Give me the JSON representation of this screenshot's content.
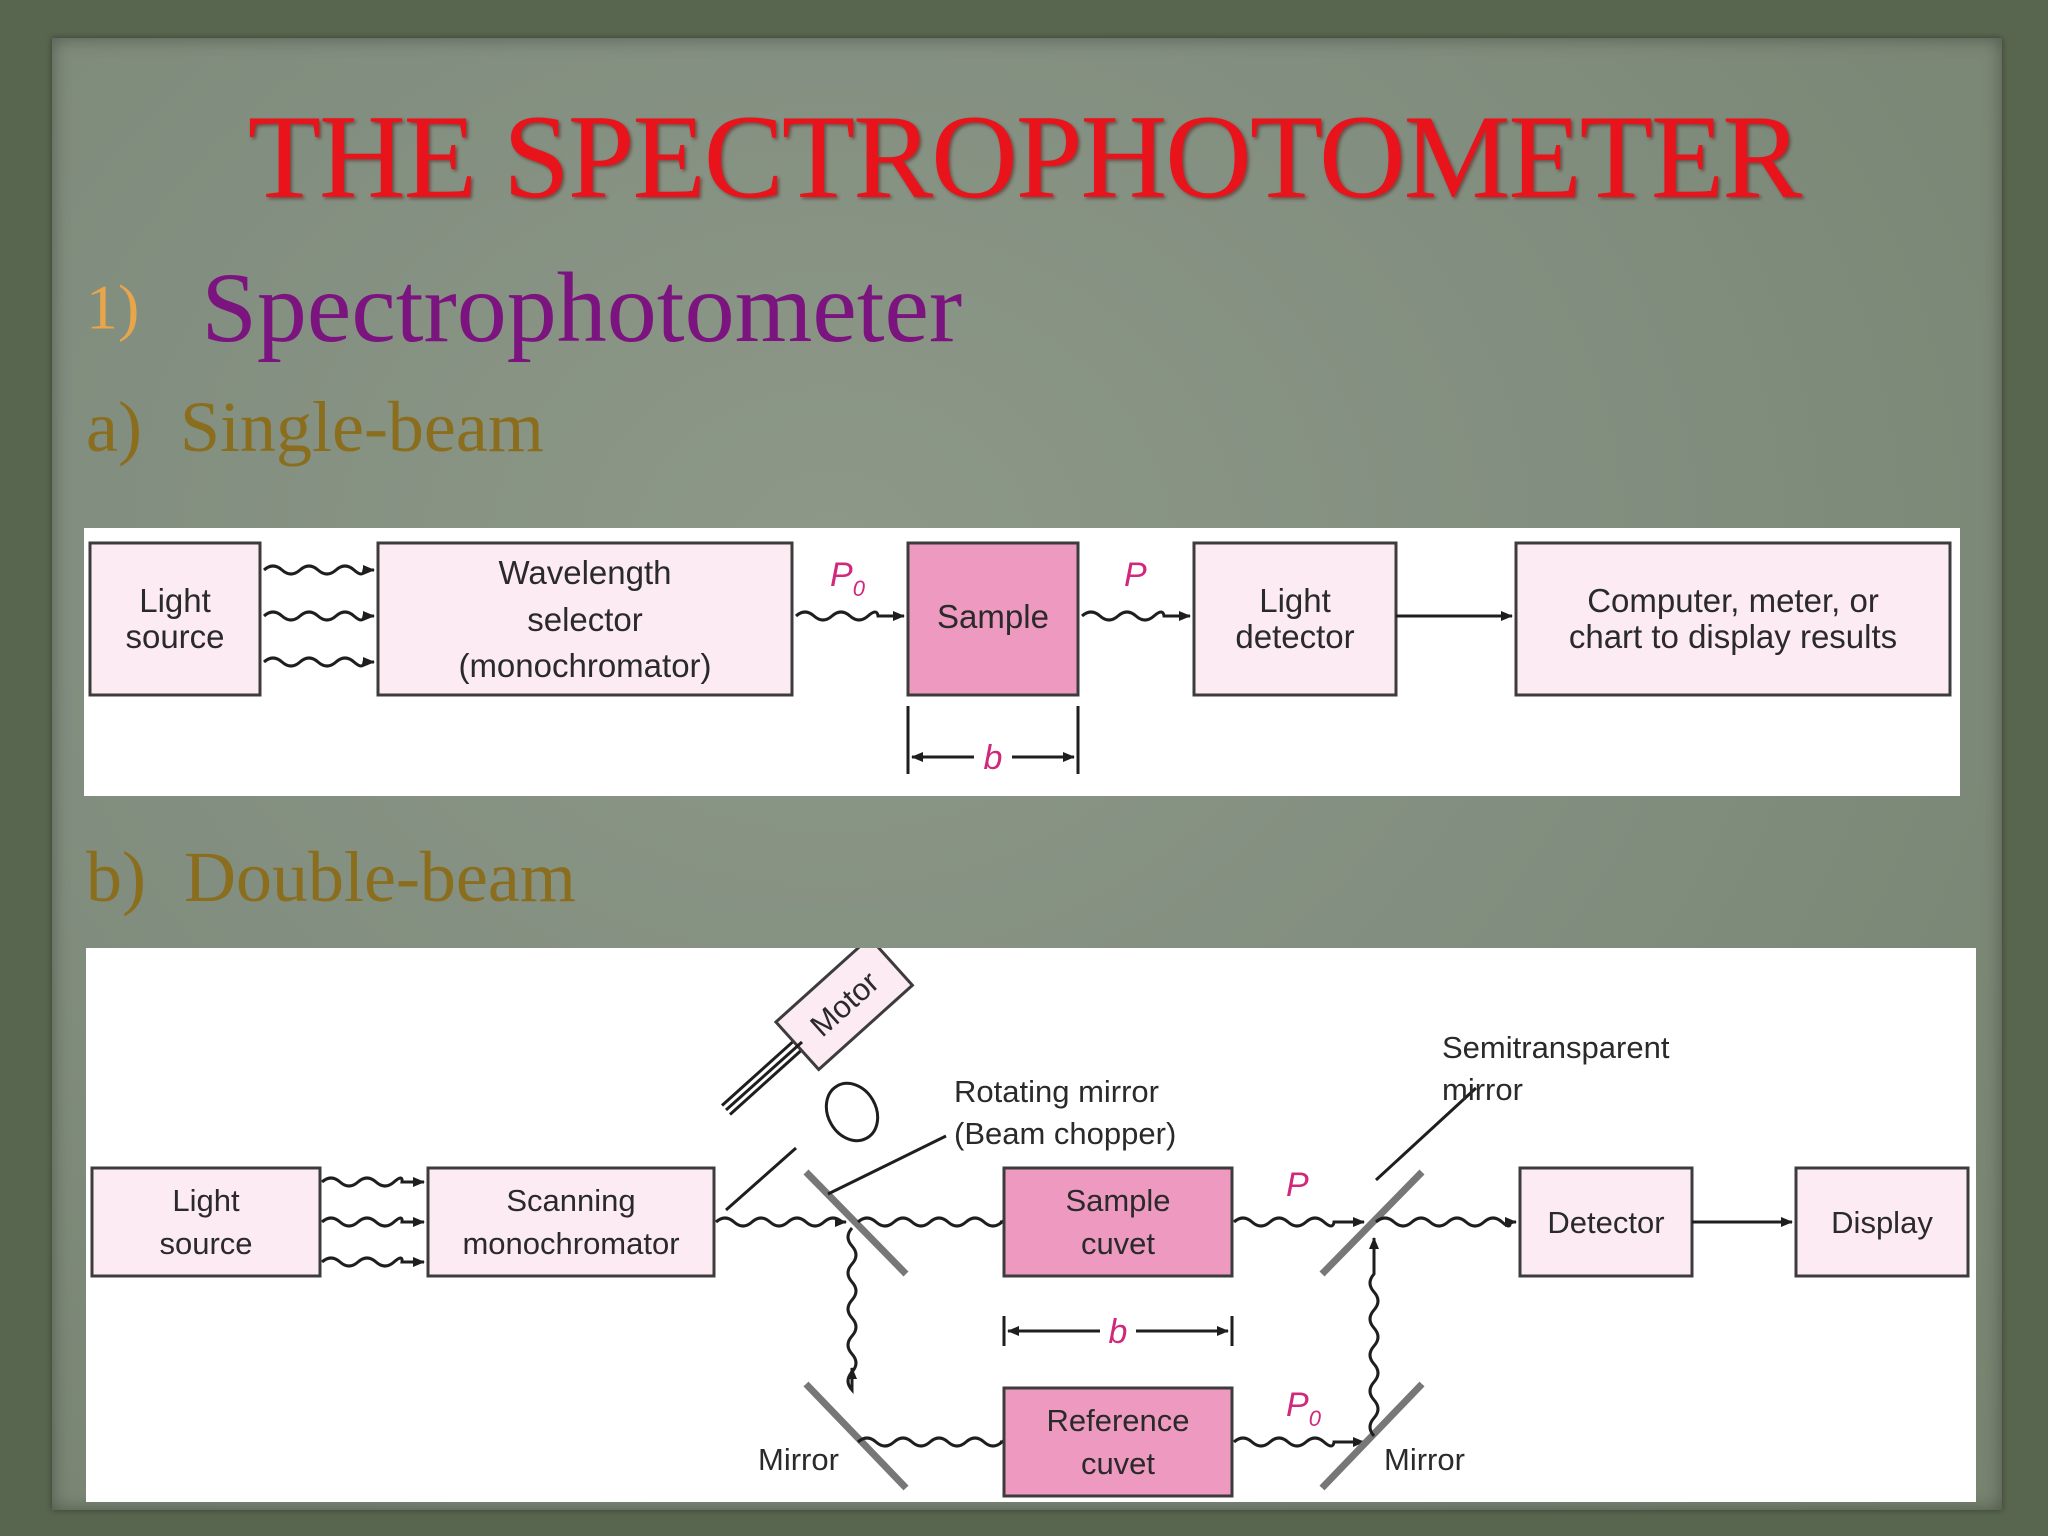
{
  "slide": {
    "title": "THE SPECTROPHOTOMETER",
    "heading_number": "1)",
    "heading": "Spectrophotometer",
    "sub_a_marker": "a)",
    "sub_a": "Single-beam",
    "sub_b_marker": "b)",
    "sub_b": "Double-beam"
  },
  "single_beam": {
    "light_source": [
      "Light",
      "source"
    ],
    "wavelength_selector": [
      "Wavelength",
      "selector",
      "(monochromator)"
    ],
    "p0_label": "P",
    "p0_sub": "0",
    "sample": "Sample",
    "p_label": "P",
    "light_detector": [
      "Light",
      "detector"
    ],
    "output": [
      "Computer, meter, or",
      "chart to display results"
    ],
    "path_label": "b",
    "colors": {
      "box_light": "#fcebf2",
      "box_sample": "#ee99c0",
      "label": "#d0287a"
    }
  },
  "double_beam": {
    "light_source": [
      "Light",
      "source"
    ],
    "scanning_monochromator": [
      "Scanning",
      "monochromator"
    ],
    "motor": "Motor",
    "rotating_mirror": [
      "Rotating mirror",
      "(Beam chopper)"
    ],
    "semitransparent_mirror": [
      "Semitransparent",
      "mirror"
    ],
    "sample_cuvet": [
      "Sample",
      "cuvet"
    ],
    "reference_cuvet": [
      "Reference",
      "cuvet"
    ],
    "p_label": "P",
    "p0_label": "P",
    "p0_sub": "0",
    "detector": "Detector",
    "display": "Display",
    "mirror_left": "Mirror",
    "mirror_right": "Mirror",
    "path_label": "b"
  },
  "colors": {
    "title": "#e8131b",
    "heading": "#7b147f",
    "heading_number": "#e8a54a",
    "subheading": "#8a6e1e",
    "background": "#828e7f"
  }
}
